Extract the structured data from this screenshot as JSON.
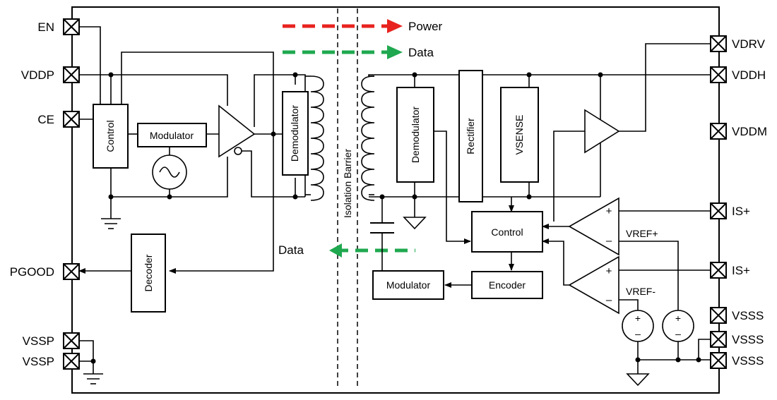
{
  "legend": {
    "power_label": "Power",
    "data_label": "Data",
    "power_color": "#e8231f",
    "data_color": "#1fa84f"
  },
  "barrier": {
    "label": "Isolation Barrier"
  },
  "feedback": {
    "data_label": "Data"
  },
  "pins": {
    "en": "EN",
    "vddp": "VDDP",
    "ce": "CE",
    "pgood": "PGOOD",
    "vssp1": "VSSP",
    "vssp2": "VSSP",
    "vdrv": "VDRV",
    "vddh": "VDDH",
    "vddm": "VDDM",
    "is_plus_1": "IS+",
    "is_plus_2": "IS+",
    "vsss1": "VSSS",
    "vsss2": "VSSS",
    "vsss3": "VSSS"
  },
  "blocks": {
    "control_left": "Control",
    "modulator_left": "Modulator",
    "demodulator_left": "Demodulator",
    "decoder": "Decoder",
    "demodulator_right": "Demodulator",
    "rectifier": "Rectifier",
    "vsense": "VSENSE",
    "control_right": "Control",
    "encoder": "Encoder",
    "modulator_right": "Modulator"
  },
  "refs": {
    "vref_plus": "VREF+",
    "vref_minus": "VREF-"
  }
}
